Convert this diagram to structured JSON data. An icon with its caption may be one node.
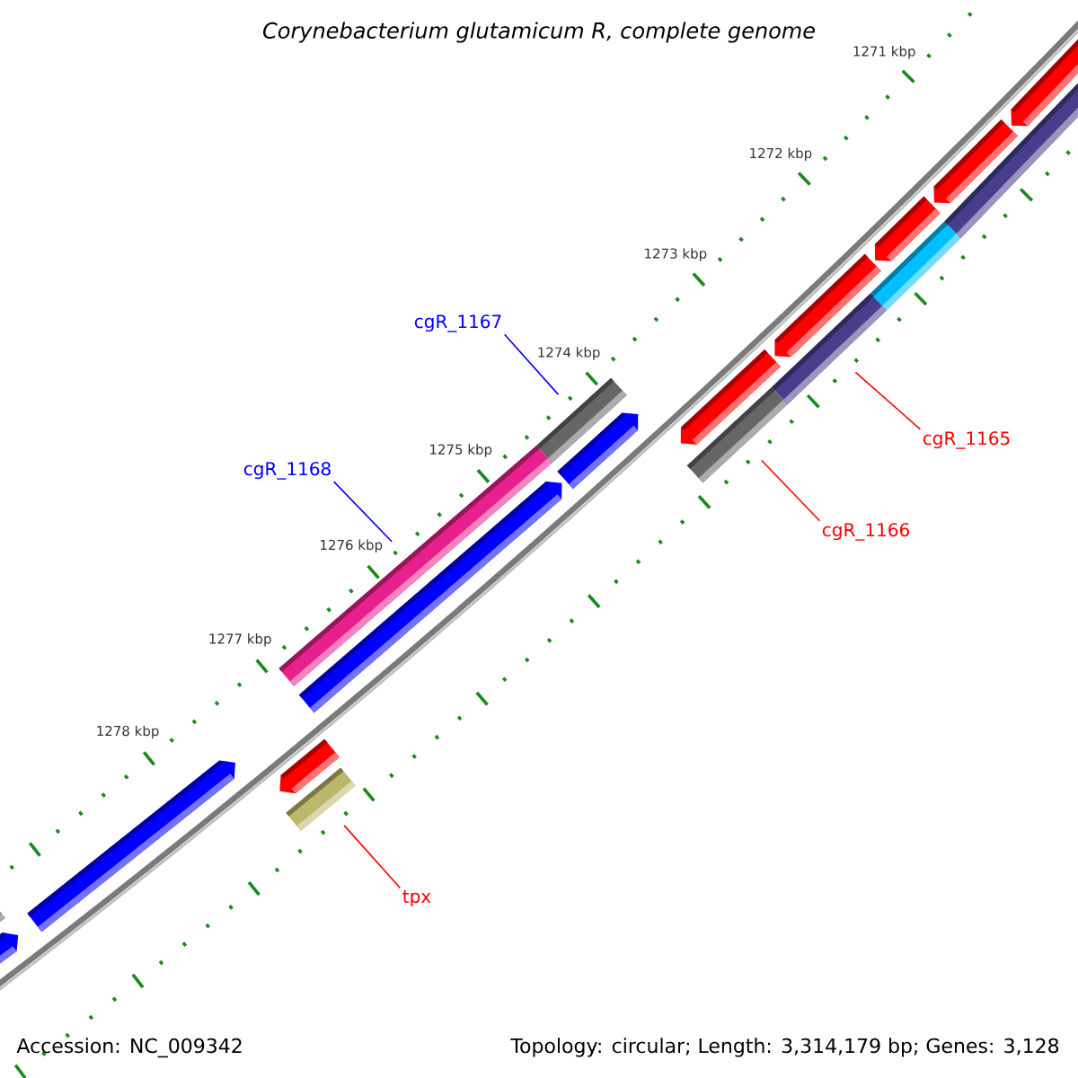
{
  "diagram": {
    "title": "Corynebacterium glutamicum R, complete genome",
    "nodes": [
      {
        "text": [
          "cgR_1167"
        ]
      },
      {
        "text": [],
        "shape": "bar"
      },
      {
        "text": [
          "cgR_1168"
        ]
      },
      {
        "text": [],
        "shape": "bar"
      },
      {
        "text": [
          "cgR_1165"
        ]
      },
      {
        "text": [],
        "shape": "bar"
      },
      {
        "text": [
          "cgR_1166"
        ]
      },
      {
        "text": [],
        "shape": "bar"
      },
      {
        "text": [
          "tpx"
        ]
      },
      {
        "text": [],
        "shape": "bar"
      }
    ],
    "edges": [
      {
        "from": 0,
        "to": 1,
        "arrow": "none",
        "color": "#0000ff"
      },
      {
        "from": 2,
        "to": 3,
        "arrow": "none",
        "color": "#0000ff"
      },
      {
        "from": 4,
        "to": 5,
        "arrow": "none"
      },
      {
        "from": 6,
        "to": 7,
        "arrow": "none"
      },
      {
        "from": 8,
        "to": 9,
        "arrow": "none"
      }
    ],
    "labels": [
      "1271 kbp",
      "1272 kbp",
      "1273 kbp",
      "1274 kbp",
      "1275 kbp",
      "1276 kbp",
      "1277 kbp",
      "1278 kbp",
      "Accession: NC_009342",
      "Topology: circular; Length: 3,314,179 bp; Genes: 3,128"
    ]
  }
}
